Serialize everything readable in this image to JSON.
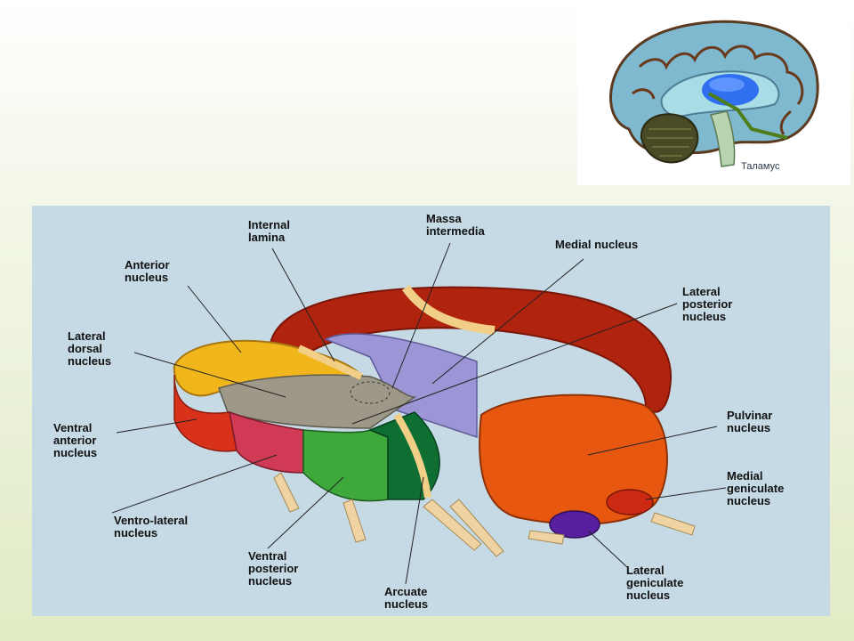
{
  "inset": {
    "caption": "Таламус",
    "colors": {
      "cortex": "#86bfd4",
      "gyri": "#6b3a1c",
      "thalamus": "#2f6ff0",
      "pointer": "#4f7d1a"
    }
  },
  "diagram": {
    "background": "#c6dae6",
    "labels": [
      {
        "key": "internal_lamina",
        "lines": [
          "Internal",
          "lamina"
        ]
      },
      {
        "key": "massa_intermedia",
        "lines": [
          "Massa",
          "intermedia"
        ]
      },
      {
        "key": "medial_nucleus",
        "lines": [
          "Medial nucleus"
        ]
      },
      {
        "key": "anterior_nucleus",
        "lines": [
          "Anterior",
          "nucleus"
        ]
      },
      {
        "key": "lateral_posterior_nucleus",
        "lines": [
          "Lateral",
          "posterior",
          "nucleus"
        ]
      },
      {
        "key": "lateral_dorsal_nucleus",
        "lines": [
          "Lateral",
          "dorsal",
          "nucleus"
        ]
      },
      {
        "key": "ventral_anterior_nucleus",
        "lines": [
          "Ventral",
          "anterior",
          "nucleus"
        ]
      },
      {
        "key": "pulvinar_nucleus",
        "lines": [
          "Pulvinar",
          "nucleus"
        ]
      },
      {
        "key": "medial_geniculate_nucleus",
        "lines": [
          "Medial",
          "geniculate",
          "nucleus"
        ]
      },
      {
        "key": "ventro_lateral_nucleus",
        "lines": [
          "Ventro-lateral",
          "nucleus"
        ]
      },
      {
        "key": "ventral_posterior_nucleus",
        "lines": [
          "Ventral",
          "posterior",
          "nucleus"
        ]
      },
      {
        "key": "arcuate_nucleus",
        "lines": [
          "Arcuate",
          "nucleus"
        ]
      },
      {
        "key": "lateral_geniculate_nucleus",
        "lines": [
          "Lateral",
          "geniculate",
          "nucleus"
        ]
      }
    ],
    "colors": {
      "medial": "#b0240f",
      "lamina": "#f2cf86",
      "anterior": "#f2b61d",
      "lateral_dorsal": "#9d9887",
      "lateral_posterior": "#9c96d6",
      "ventral_anterior": "#d9321b",
      "ventro_lateral": "#d13a55",
      "ventral_posterior": "#3ea83a",
      "arcuate": "#0f6e32",
      "pulvinar": "#e8570f",
      "medial_geniculate": "#cc2a12",
      "lateral_geniculate": "#5a1fa0",
      "fibers": "#efd3a3"
    }
  }
}
